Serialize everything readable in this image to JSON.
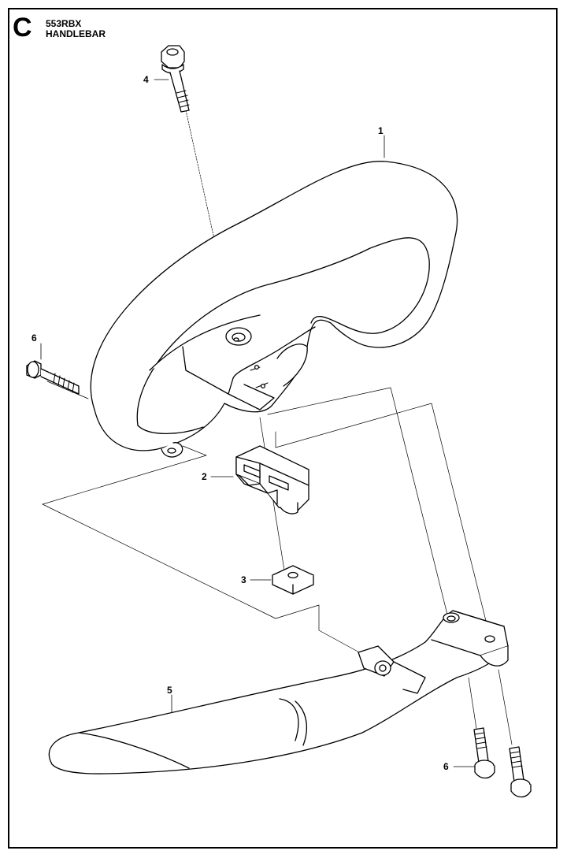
{
  "header": {
    "section_letter": "C",
    "model": "553RBX",
    "title": "HANDLEBAR"
  },
  "callouts": [
    {
      "id": "1",
      "label": "1",
      "part": "handle-loop"
    },
    {
      "id": "2",
      "label": "2",
      "part": "clamp"
    },
    {
      "id": "3",
      "label": "3",
      "part": "square-nut"
    },
    {
      "id": "4",
      "label": "4",
      "part": "screw-top"
    },
    {
      "id": "5",
      "label": "5",
      "part": "handle-grip"
    },
    {
      "id": "6a",
      "label": "6",
      "part": "screw-left"
    },
    {
      "id": "6b",
      "label": "6",
      "part": "screw-bottom"
    }
  ],
  "colors": {
    "line": "#000000",
    "background": "#ffffff"
  }
}
